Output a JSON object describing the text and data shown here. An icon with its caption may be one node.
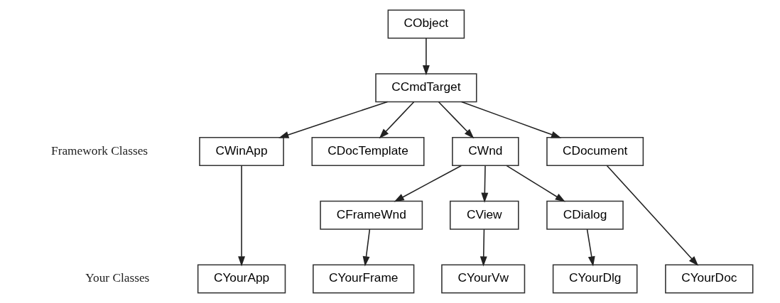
{
  "diagram": {
    "nodes": [
      {
        "text": [
          "CObject"
        ]
      },
      {
        "text": [
          "CCmdTarget"
        ]
      },
      {
        "text": [
          "CWinApp"
        ]
      },
      {
        "text": [
          "CDocTemplate"
        ]
      },
      {
        "text": [
          "CWnd"
        ]
      },
      {
        "text": [
          "CDocument"
        ]
      },
      {
        "text": [
          "CFrameWnd"
        ]
      },
      {
        "text": [
          "CView"
        ]
      },
      {
        "text": [
          "CDialog"
        ]
      },
      {
        "text": [
          "CYourApp"
        ]
      },
      {
        "text": [
          "CYourFrame"
        ]
      },
      {
        "text": [
          "CYourVw"
        ]
      },
      {
        "text": [
          "CYourDlg"
        ]
      },
      {
        "text": [
          "CYourDoc"
        ]
      }
    ],
    "edges": [
      {
        "from": 0,
        "to": 1,
        "arrow": "to"
      },
      {
        "from": 1,
        "to": 2,
        "arrow": "to"
      },
      {
        "from": 1,
        "to": 3,
        "arrow": "to"
      },
      {
        "from": 1,
        "to": 4,
        "arrow": "to"
      },
      {
        "from": 1,
        "to": 5,
        "arrow": "to"
      },
      {
        "from": 4,
        "to": 6,
        "arrow": "to"
      },
      {
        "from": 4,
        "to": 7,
        "arrow": "to"
      },
      {
        "from": 4,
        "to": 8,
        "arrow": "to"
      },
      {
        "from": 2,
        "to": 9,
        "arrow": "to"
      },
      {
        "from": 6,
        "to": 10,
        "arrow": "to"
      },
      {
        "from": 7,
        "to": 11,
        "arrow": "to"
      },
      {
        "from": 8,
        "to": 12,
        "arrow": "to"
      },
      {
        "from": 5,
        "to": 13,
        "arrow": "to"
      }
    ],
    "labels": [
      "Framework Classes",
      "Your Classes"
    ]
  }
}
